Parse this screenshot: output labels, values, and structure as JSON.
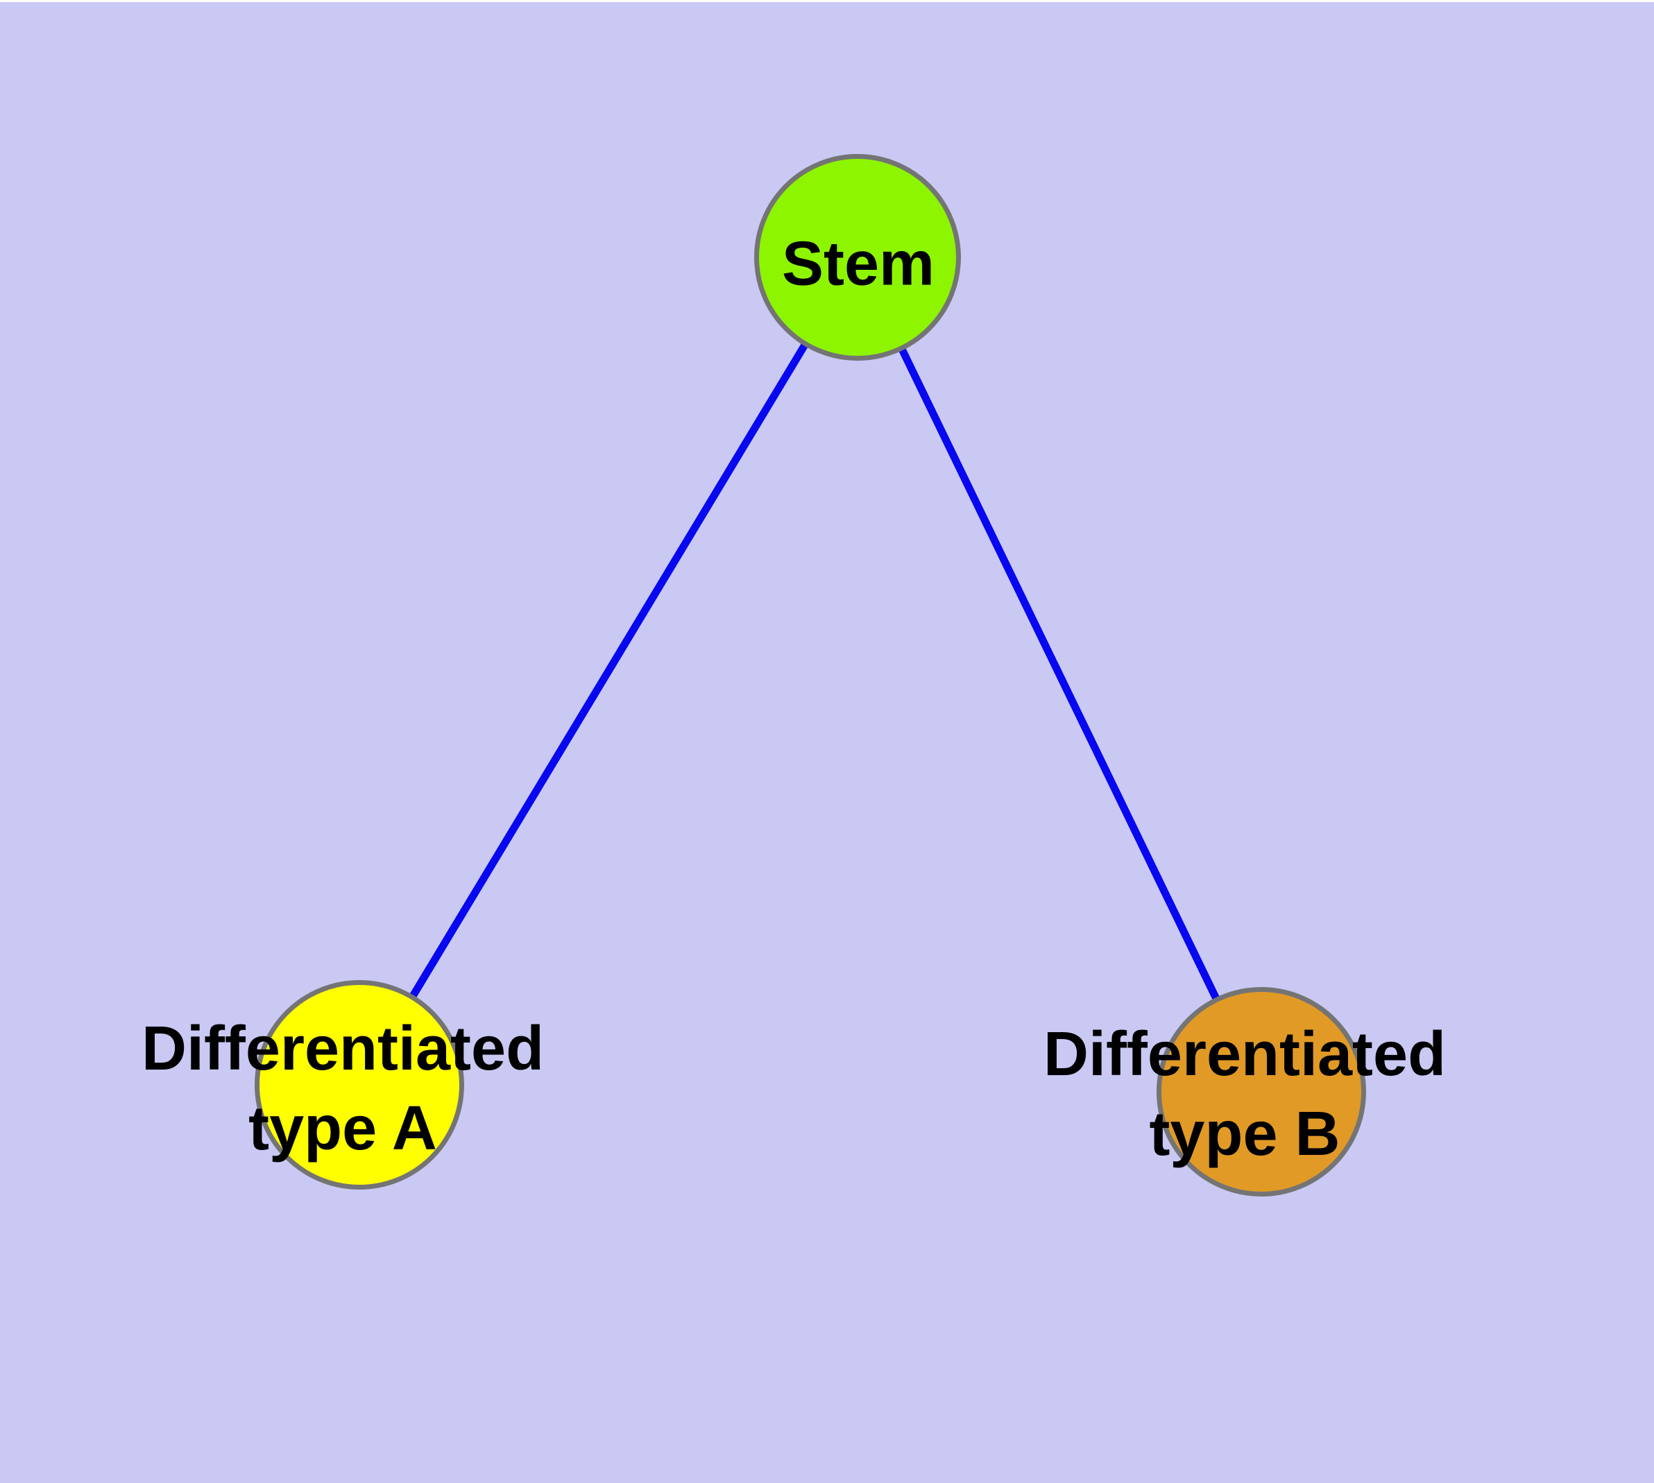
{
  "diagram": {
    "background_color": "#C9C9F4",
    "top_edge_color": "#FFFFFF",
    "text_color": "#000000",
    "node_border_color": "#747474",
    "edge_color": "#0707F0",
    "nodes": [
      {
        "id": "stem",
        "label": "Stem",
        "fill_color": "#8DF500"
      },
      {
        "id": "differentiated-type-a",
        "label_line1": "Differentiated",
        "label_line2": "type A",
        "fill_color": "#FFFF00"
      },
      {
        "id": "differentiated-type-b",
        "label_line1": "Differentiated",
        "label_line2": "type B",
        "fill_color": "#E19A26"
      }
    ],
    "edges": [
      {
        "from": "stem",
        "to": "differentiated-type-a"
      },
      {
        "from": "stem",
        "to": "differentiated-type-b"
      }
    ]
  }
}
